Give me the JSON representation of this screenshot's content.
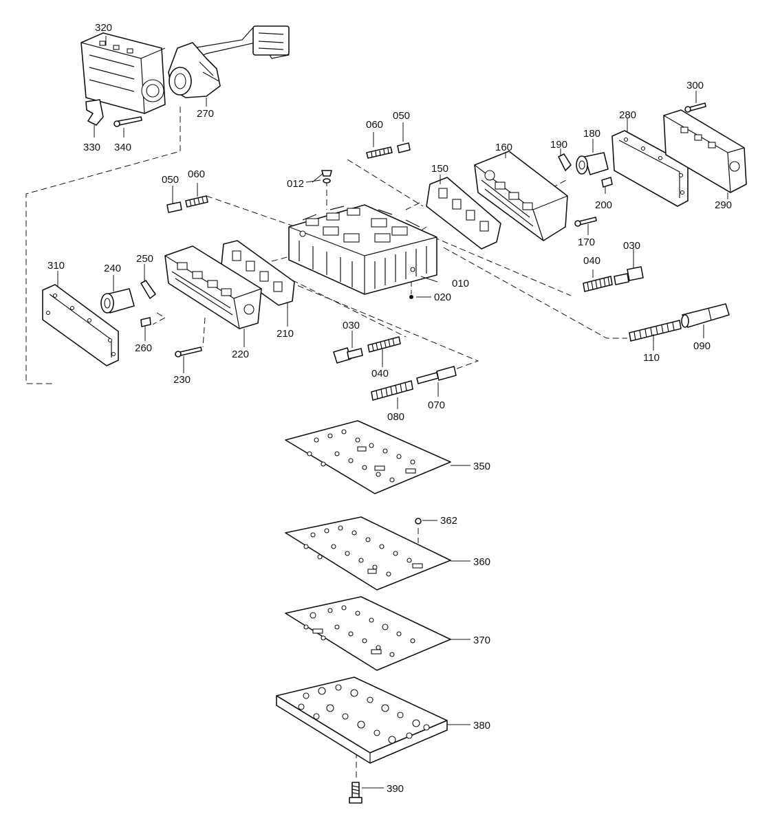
{
  "labels": {
    "p012": "012",
    "p010": "010",
    "p020": "020",
    "p030a": "030",
    "p030b": "030",
    "p040a": "040",
    "p040b": "040",
    "p050a": "050",
    "p050b": "050",
    "p060a": "060",
    "p060b": "060",
    "p070": "070",
    "p080": "080",
    "p090": "090",
    "p110": "110",
    "p150": "150",
    "p160": "160",
    "p170": "170",
    "p180": "180",
    "p190": "190",
    "p200": "200",
    "p210": "210",
    "p220": "220",
    "p230": "230",
    "p240": "240",
    "p250": "250",
    "p260": "260",
    "p270": "270",
    "p280": "280",
    "p290": "290",
    "p300": "300",
    "p310": "310",
    "p320": "320",
    "p330": "330",
    "p340": "340",
    "p350": "350",
    "p360": "360",
    "p362": "362",
    "p370": "370",
    "p380": "380",
    "p390": "390"
  }
}
